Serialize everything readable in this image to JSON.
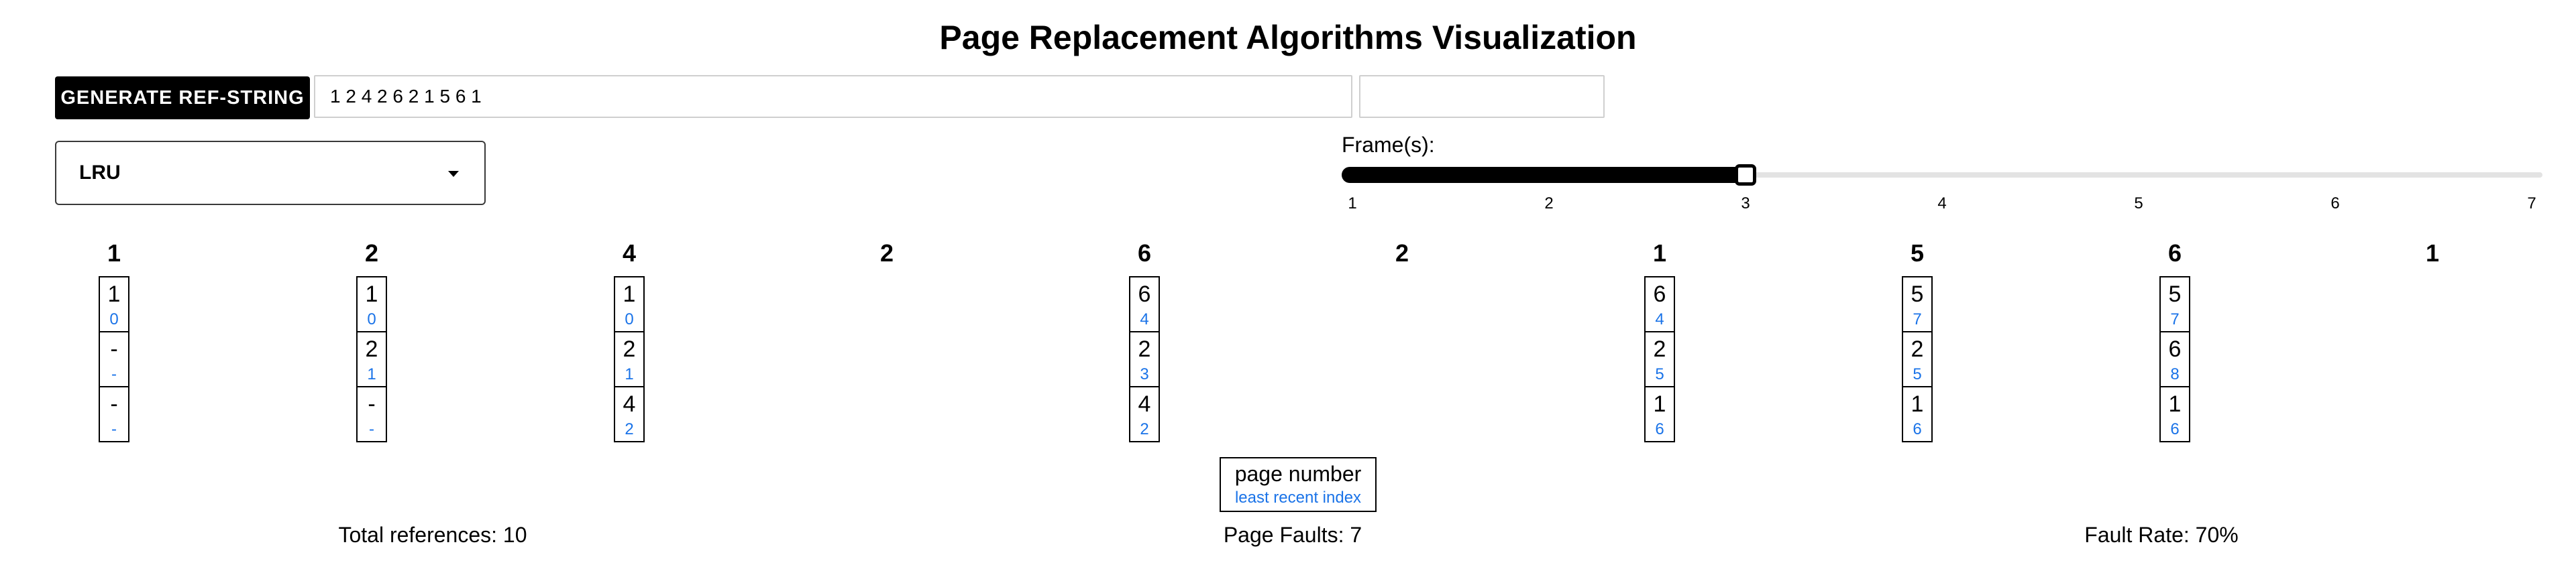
{
  "title": "Page Replacement Algorithms Visualization",
  "controls": {
    "generate_label": "GENERATE REF-STRING",
    "ref_string_value": "1 2 4 2 6 2 1 5 6 1",
    "extra_input_value": "",
    "algorithm_selected": "LRU",
    "frames_label": "Frame(s):",
    "frames_min": 1,
    "frames_max": 7,
    "frames_value": 3,
    "frame_ticks": [
      "1",
      "2",
      "3",
      "4",
      "5",
      "6",
      "7"
    ]
  },
  "colors": {
    "accent": "#000000",
    "index_text": "#1a73e8",
    "rail": "#e3e3e3"
  },
  "references": [
    {
      "page": "1",
      "frames": [
        {
          "page": "1",
          "index": "0"
        },
        {
          "page": "-",
          "index": "-"
        },
        {
          "page": "-",
          "index": "-"
        }
      ]
    },
    {
      "page": "2",
      "frames": [
        {
          "page": "1",
          "index": "0"
        },
        {
          "page": "2",
          "index": "1"
        },
        {
          "page": "-",
          "index": "-"
        }
      ]
    },
    {
      "page": "4",
      "frames": [
        {
          "page": "1",
          "index": "0"
        },
        {
          "page": "2",
          "index": "1"
        },
        {
          "page": "4",
          "index": "2"
        }
      ]
    },
    {
      "page": "2",
      "frames": []
    },
    {
      "page": "6",
      "frames": [
        {
          "page": "6",
          "index": "4"
        },
        {
          "page": "2",
          "index": "3"
        },
        {
          "page": "4",
          "index": "2"
        }
      ]
    },
    {
      "page": "2",
      "frames": []
    },
    {
      "page": "1",
      "frames": [
        {
          "page": "6",
          "index": "4"
        },
        {
          "page": "2",
          "index": "5"
        },
        {
          "page": "1",
          "index": "6"
        }
      ]
    },
    {
      "page": "5",
      "frames": [
        {
          "page": "5",
          "index": "7"
        },
        {
          "page": "2",
          "index": "5"
        },
        {
          "page": "1",
          "index": "6"
        }
      ]
    },
    {
      "page": "6",
      "frames": [
        {
          "page": "5",
          "index": "7"
        },
        {
          "page": "6",
          "index": "8"
        },
        {
          "page": "1",
          "index": "6"
        }
      ]
    },
    {
      "page": "1",
      "frames": []
    }
  ],
  "legend": {
    "page_label": "page number",
    "index_label": "least recent index"
  },
  "stats": {
    "total_references": "Total references: 10",
    "page_faults": "Page Faults: 7",
    "fault_rate": "Fault Rate: 70%"
  }
}
